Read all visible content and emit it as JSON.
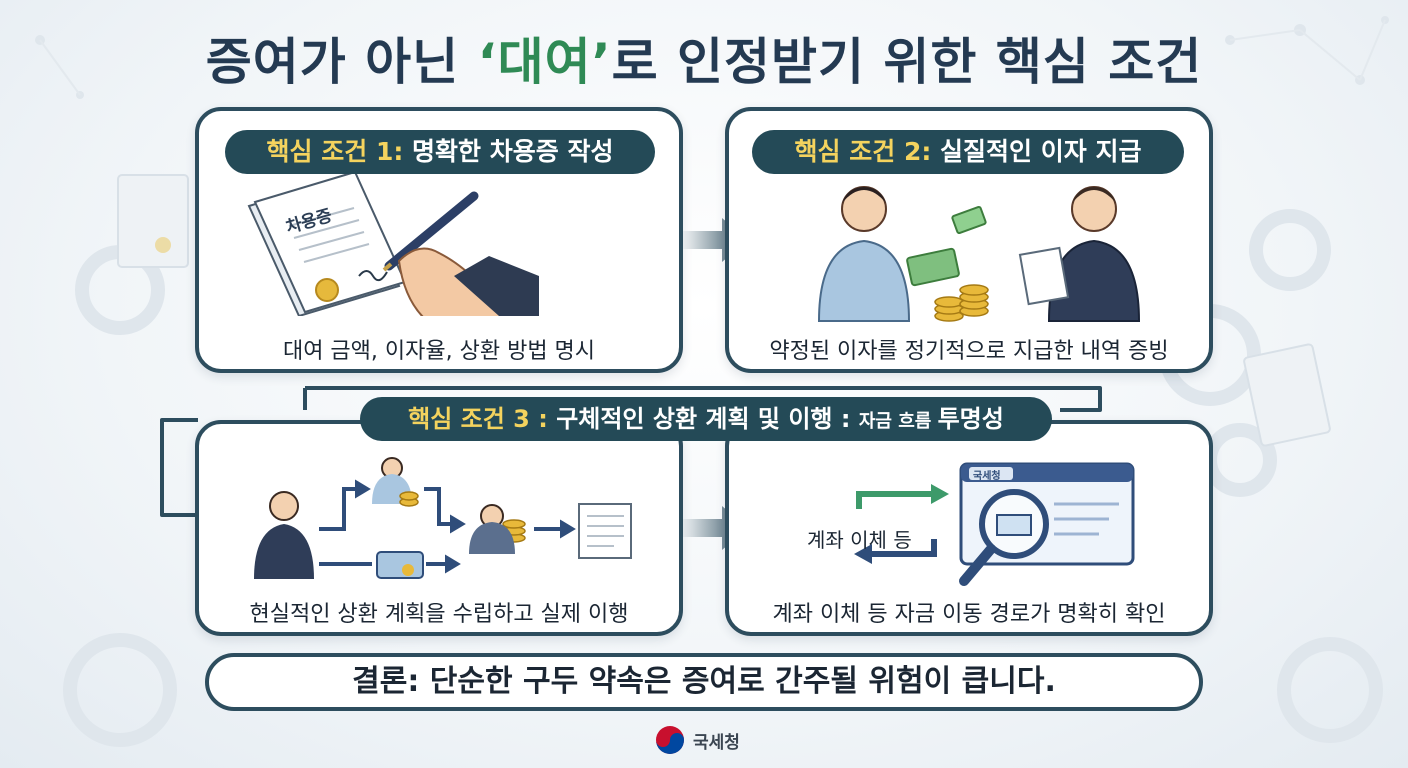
{
  "title": {
    "prefix": "증여가 아닌 ",
    "highlight": "‘대여’",
    "suffix": "로 인정받기 위한 핵심 조건"
  },
  "cards": {
    "c1": {
      "label_prefix": "핵심 조건 1: ",
      "label_main": "명확한 차용증 작성",
      "doc_title": "차용증",
      "caption": "대여 금액, 이자율, 상환 방법 명시"
    },
    "c2": {
      "label_prefix": "핵심 조건 2: ",
      "label_main": "실질적인 이자 지급",
      "caption": "약정된 이자를 정기적으로 지급한 내역 증빙"
    },
    "c3": {
      "label_prefix": "핵심 조건 3 : ",
      "label_main": "구체적인 상환 계획  및  이행 : ",
      "label_small": "자금 흐름 ",
      "label_end": "투명성",
      "left_caption": "현실적인 상환 계획을 수립하고 실제 이행",
      "right_inline": "계좌 이체 등",
      "window_tab": "국세청",
      "right_caption": "계좌 이체 등 자금 이동 경로가 명확히 확인"
    }
  },
  "conclusion": "결론: 단순한 구두 약속은 증여로 간주될 위험이 큽니다.",
  "footer": {
    "org": "국세청"
  },
  "colors": {
    "navy": "#243a52",
    "teal_pill": "#244a57",
    "accent_green": "#2f8a55",
    "accent_yellow": "#f4d35e",
    "border": "#2d4d5e"
  },
  "icons": [
    "document-icon",
    "pen-icon",
    "seal-icon",
    "money-icon",
    "coins-icon",
    "person-icon",
    "card-icon",
    "magnifier-icon",
    "browser-window-icon",
    "arrow-right-icon",
    "national-emblem-icon"
  ]
}
